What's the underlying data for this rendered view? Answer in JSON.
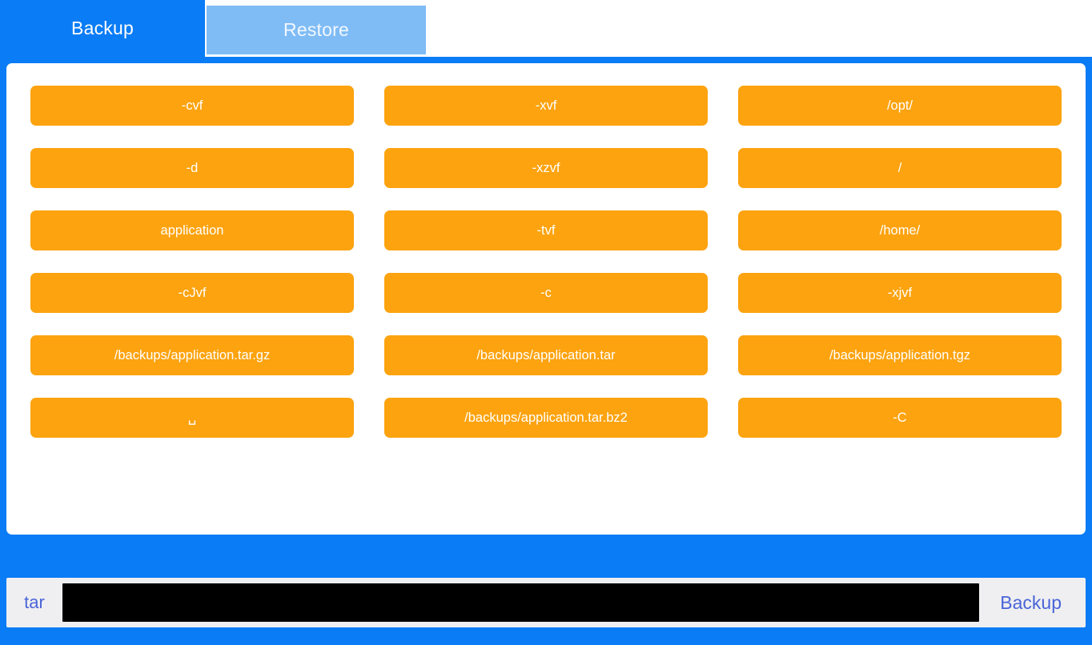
{
  "tabs": [
    {
      "label": "Backup",
      "active": true
    },
    {
      "label": "Restore",
      "active": false
    }
  ],
  "colors": {
    "accent_blue": "#0a7cf5",
    "tab_inactive_blue": "#7fbcf6",
    "option_orange": "#fca30f",
    "panel_white": "#ffffff",
    "cmdbar_grey": "#efeff1",
    "cmd_text_blue": "#4a64d8",
    "input_black": "#000000"
  },
  "options": {
    "rows": [
      [
        "-cvf",
        "-xvf",
        "/opt/"
      ],
      [
        "-d",
        "-xzvf",
        "/"
      ],
      [
        "application",
        "-tvf",
        "/home/"
      ],
      [
        "-cJvf",
        "-c",
        "-xjvf"
      ],
      [
        "/backups/application.tar.gz",
        "/backups/application.tar",
        "/backups/application.tgz"
      ],
      [
        "␣",
        "/backups/application.tar.bz2",
        "-C"
      ]
    ]
  },
  "command_bar": {
    "prefix": "tar",
    "input_value": "",
    "input_placeholder": "",
    "submit_label": "Backup"
  }
}
